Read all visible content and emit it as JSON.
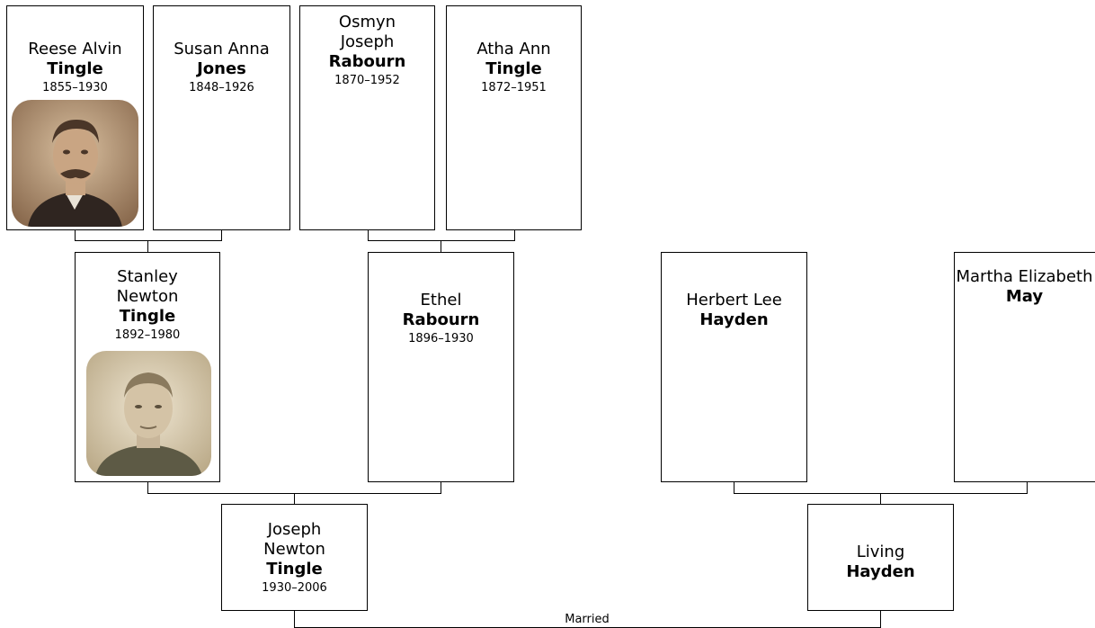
{
  "persons": {
    "p1": {
      "given": "Reese Alvin",
      "surname": "Tingle",
      "dates": "1855–1930",
      "photo": "portrait-photo"
    },
    "p2": {
      "given": "Susan Anna",
      "surname": "Jones",
      "dates": "1848–1926"
    },
    "p3": {
      "given": "Osmyn Joseph",
      "surname": "Rabourn",
      "dates": "1870–1952"
    },
    "p4": {
      "given": "Atha Ann",
      "surname": "Tingle",
      "dates": "1872–1951"
    },
    "p5": {
      "given": "Stanley Newton",
      "surname": "Tingle",
      "dates": "1892–1980",
      "photo": "portrait-photo"
    },
    "p6": {
      "given": "Ethel",
      "surname": "Rabourn",
      "dates": "1896–1930"
    },
    "p7": {
      "given": "Herbert Lee",
      "surname": "Hayden"
    },
    "p8": {
      "given": "Martha Elizabeth",
      "surname": "May"
    },
    "p9": {
      "given": "Joseph Newton",
      "surname": "Tingle",
      "dates": "1930–2006"
    },
    "p10": {
      "given": "Living",
      "surname": "Hayden"
    }
  },
  "relationship": {
    "label": "Married"
  }
}
